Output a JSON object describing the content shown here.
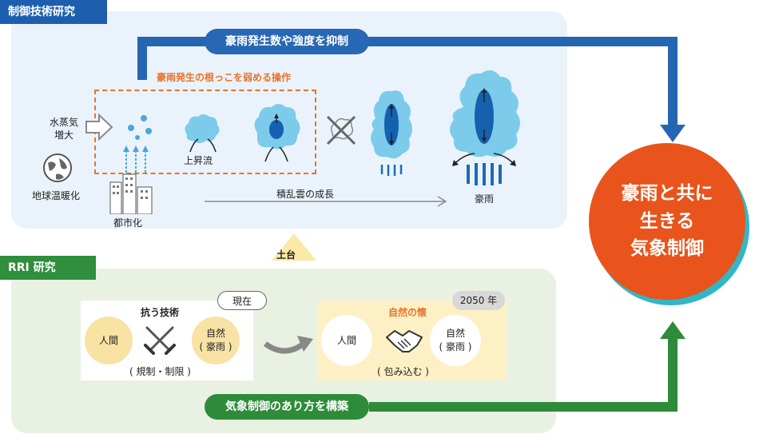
{
  "research_top": {
    "title": "制御技術研究",
    "banner": "豪雨発生数や強度を抑制",
    "sub_label": "豪雨発生の根っこを弱める操作",
    "factors": {
      "vapor": "水蒸気\n増大",
      "warming": "地球温暖化",
      "urban": "都市化"
    },
    "stage_updraft": "上昇流",
    "growth_label": "積乱雲の成長",
    "heavy_rain": "豪雨"
  },
  "foundation": "土台",
  "research_bottom": {
    "title": "RRI 研究",
    "banner": "気象制御のあり方を構築",
    "current": {
      "badge": "現在",
      "title": "抗う技術",
      "left": "人間",
      "right": "自然\n( 豪雨 )",
      "caption": "( 規制・制限 )"
    },
    "future": {
      "badge": "2050 年",
      "title": "自然の懐",
      "left": "人間",
      "right": "自然\n( 豪雨 )",
      "caption": "( 包み込む )"
    }
  },
  "goal": "豪雨と共に\n生きる\n気象制御",
  "colors": {
    "blue_dark": "#1d5fae",
    "green": "#2e8b39",
    "orange_goal": "#e8541b",
    "cloud": "#7ccbeb",
    "core": "#1660b0",
    "accent_orange": "#e8732a"
  }
}
